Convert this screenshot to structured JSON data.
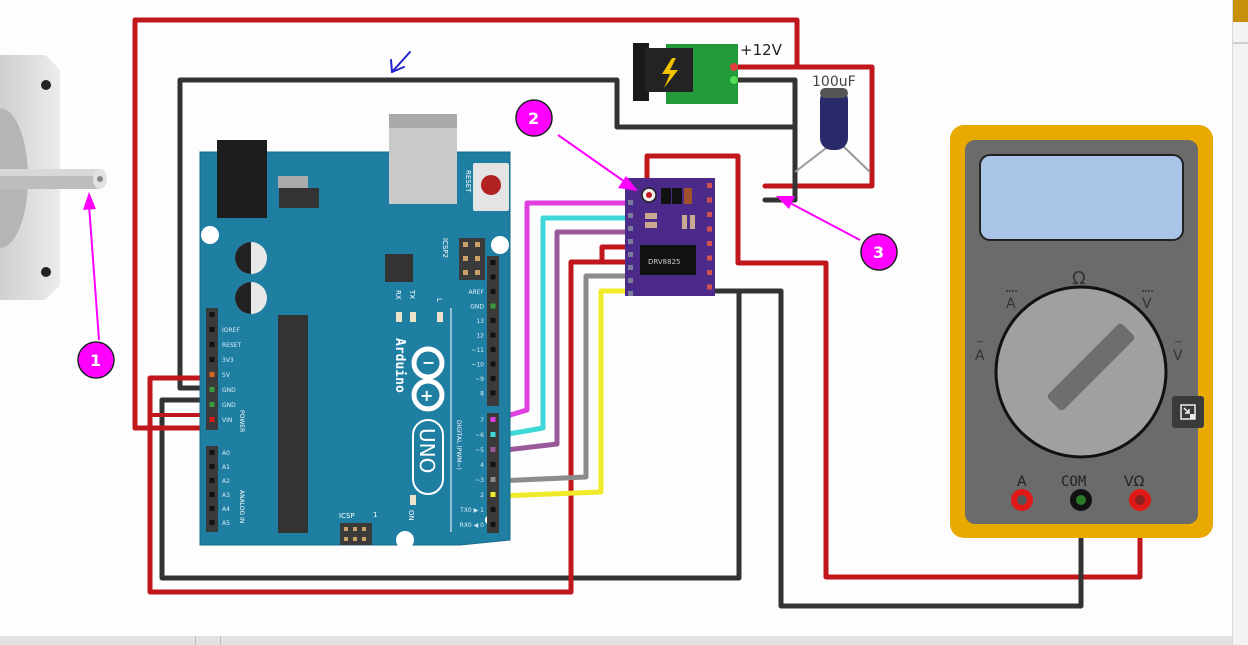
{
  "diagram": {
    "title": "Arduino UNO + DRV8825 stepper driver wiring",
    "power": {
      "label": "+12V",
      "icon": "lightning-icon"
    },
    "capacitor": {
      "label": "100uF"
    },
    "driver": {
      "label": "DRV8825"
    },
    "arduino": {
      "brand": "Arduino",
      "model": "UNO",
      "reset_label": "RESET",
      "icsp2_label": "ICSP2",
      "icsp_label": "ICSP",
      "icsp_pin1": "1",
      "led_labels": [
        "RX",
        "TX",
        "L",
        "ON"
      ],
      "power_header_label": "POWER",
      "power_pins": [
        "",
        "IOREF",
        "RESET",
        "3V3",
        "5V",
        "GND",
        "GND",
        "VIN"
      ],
      "analog_header_label": "ANALOG IN",
      "analog_pins": [
        "A0",
        "A1",
        "A2",
        "A3",
        "A4",
        "A5"
      ],
      "digital_header_label": "DIGITAL (PWM~)",
      "digital_top_pins": [
        "",
        "",
        "AREF",
        "GND",
        "13",
        "12",
        "~11",
        "~10",
        "~9",
        "8"
      ],
      "digital_bottom_pins": [
        "7",
        "~6",
        "~5",
        "4",
        "~3",
        "2",
        "TX0 ▶ 1",
        "RX0 ◀ 0"
      ]
    },
    "multimeter": {
      "dial_labels": {
        "ohm": "Ω",
        "dc_amps": "A",
        "dc_volts": "V",
        "ac_amps": "A",
        "ac_volts": "V"
      },
      "ports": [
        "A",
        "COM",
        "VΩ"
      ]
    },
    "callouts": [
      "1",
      "2",
      "3"
    ],
    "annotation_icon": "hand-drawn-arrow-icon",
    "fullscreen_button_icon": "exit-fullscreen-icon"
  },
  "colors": {
    "wire_red": "#c0171c",
    "wire_black": "#333333",
    "wire_magenta": "#e040e0",
    "wire_cyan": "#3ed8d8",
    "wire_purple": "#9a5a9a",
    "wire_gray": "#8c8c8c",
    "wire_yellow": "#f0ea2a",
    "board_blue": "#1f7fa2",
    "driver_purple": "#4b2a8a",
    "meter_yellow": "#e8a900",
    "meter_gray": "#6b6b6b",
    "lcd_blue": "#aac4e8",
    "callout_magenta": "#ff00ff"
  }
}
